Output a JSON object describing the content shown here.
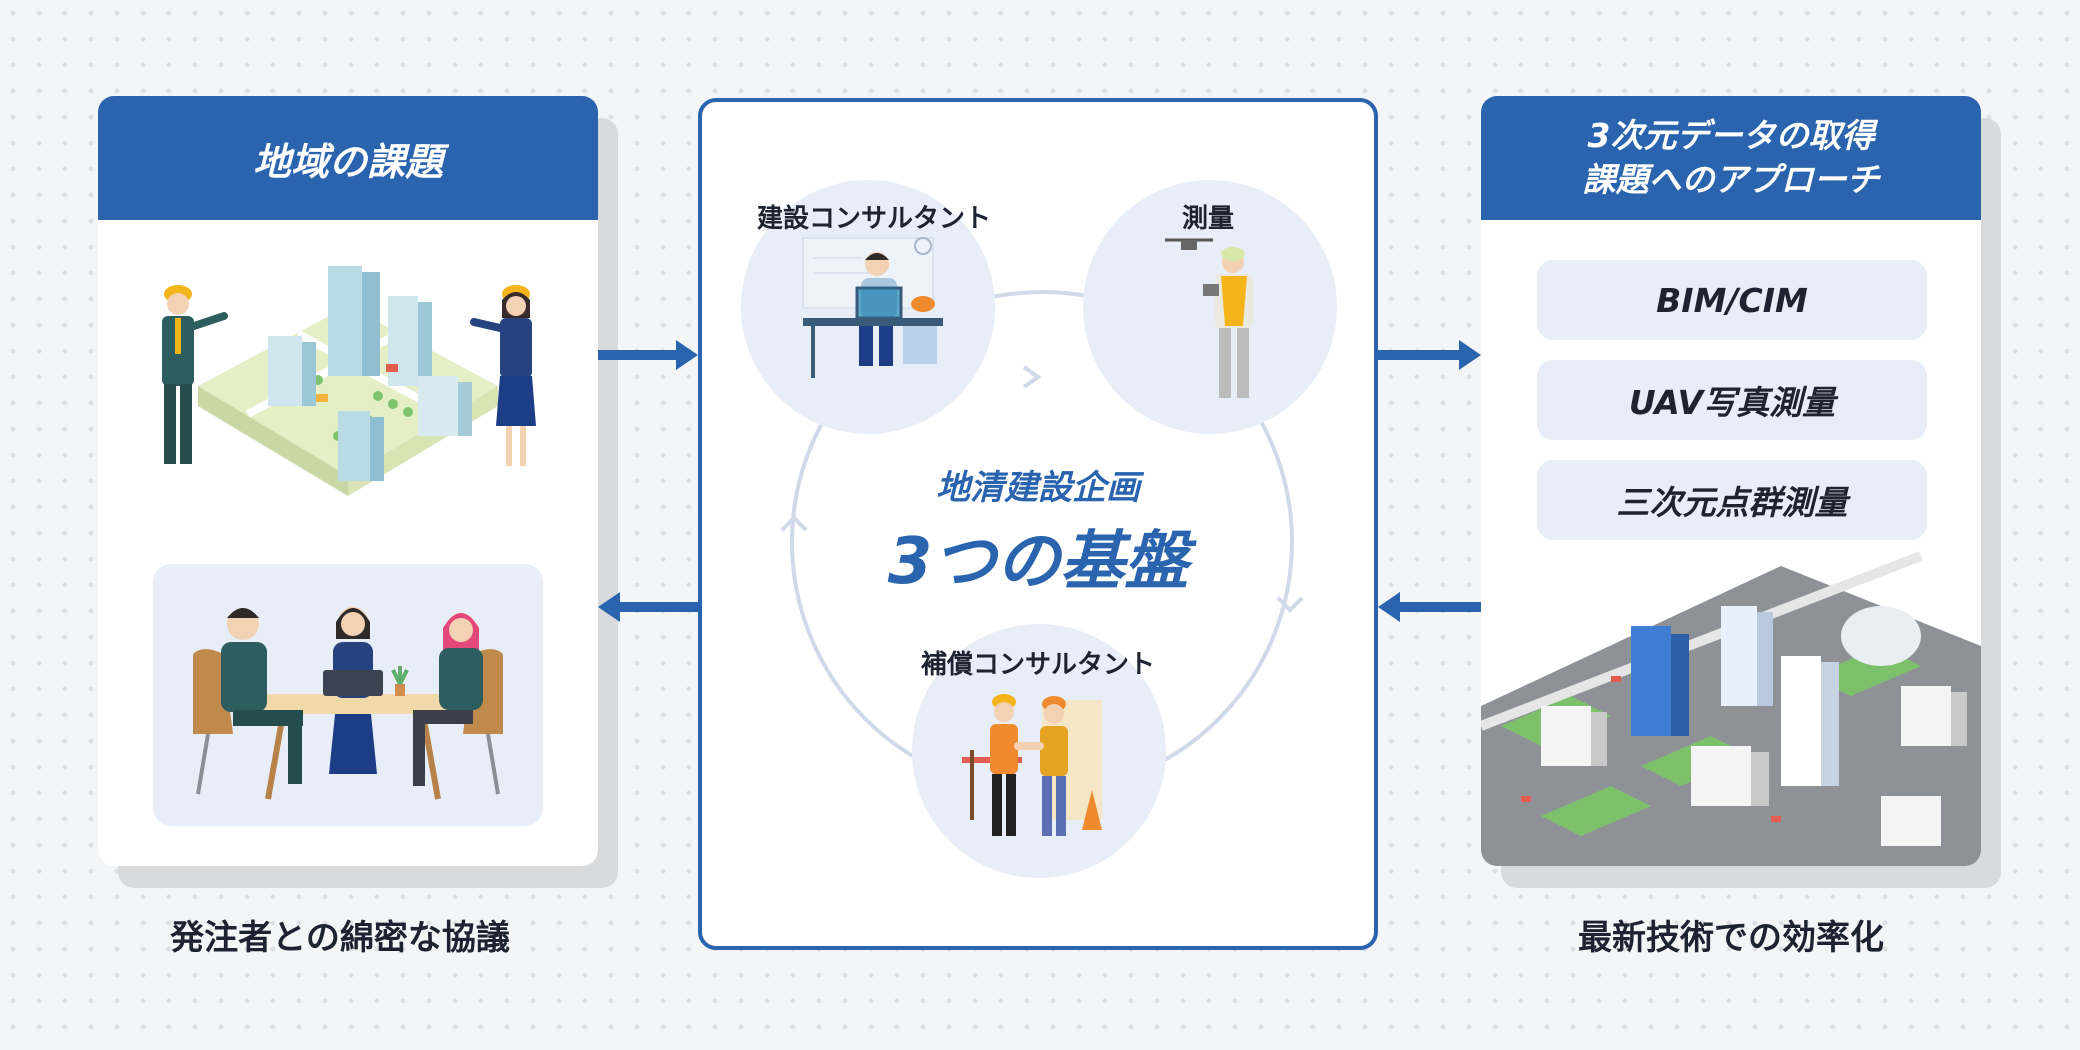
{
  "left_panel": {
    "title": "地域の課題",
    "caption": "発注者との綿密な協議"
  },
  "center_panel": {
    "subtitle": "地清建設企画",
    "title": "3つの基盤",
    "nodes": [
      {
        "label": "建設コンサルタント",
        "icon": "desk-worker-icon"
      },
      {
        "label": "測量",
        "icon": "drone-surveyor-icon"
      },
      {
        "label": "補償コンサルタント",
        "icon": "handshake-workers-icon"
      }
    ]
  },
  "right_panel": {
    "title_line1": "3次元データの取得",
    "title_line2": "課題へのアプローチ",
    "methods": [
      "BIM/CIM",
      "UAV写真測量",
      "三次元点群測量"
    ],
    "caption": "最新技術での効率化"
  },
  "colors": {
    "accent": "#2a63ae",
    "panel": "#e8eef7",
    "text": "#1d2330"
  }
}
